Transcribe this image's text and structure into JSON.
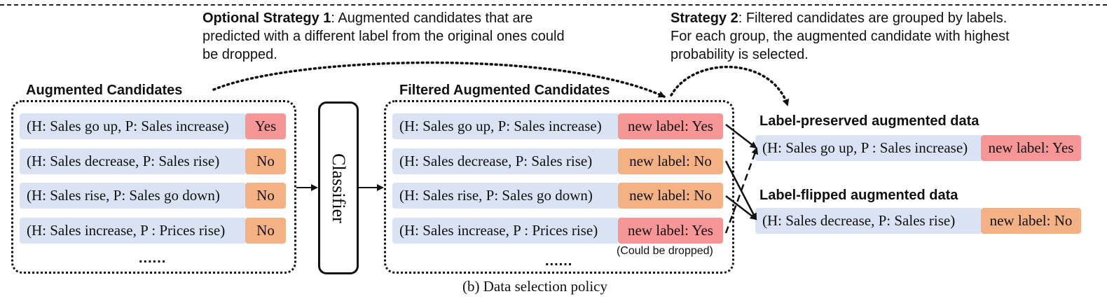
{
  "strategy1": {
    "bold": "Optional Strategy 1",
    "text": ": Augmented candidates that are predicted with a different label from the original ones could be dropped.",
    "line1": ": Augmented candidates that are",
    "line2": "predicted with a different label from the original ones could",
    "line3": "be dropped."
  },
  "strategy2": {
    "bold": "Strategy 2",
    "line1": ": Filtered candidates are grouped by labels.",
    "line2": "For each group, the augmented candidate with highest",
    "line3": "probability is selected."
  },
  "augmented": {
    "title": "Augmented Candidates",
    "rows": [
      {
        "pair": "(H: Sales go up, P: Sales increase)",
        "label": "Yes",
        "kind": "yes"
      },
      {
        "pair": "(H: Sales decrease, P: Sales rise)",
        "label": "No",
        "kind": "no"
      },
      {
        "pair": "(H: Sales rise, P: Sales go down)",
        "label": "No",
        "kind": "no"
      },
      {
        "pair": "(H: Sales increase, P : Prices rise)",
        "label": "No",
        "kind": "no"
      }
    ],
    "ellipsis": "......"
  },
  "classifier": {
    "label": "Classifier"
  },
  "filtered": {
    "title": "Filtered Augmented Candidates",
    "rows": [
      {
        "pair": "(H: Sales go up, P: Sales increase)",
        "label": "new label: Yes",
        "kind": "yes"
      },
      {
        "pair": "(H: Sales decrease, P: Sales rise)",
        "label": "new label: No",
        "kind": "no"
      },
      {
        "pair": "(H: Sales rise, P: Sales go down)",
        "label": "new label: No",
        "kind": "no"
      },
      {
        "pair": "(H: Sales increase, P : Prices rise)",
        "label": "new label: Yes",
        "kind": "yes"
      }
    ],
    "dropped_note": "(Could be dropped)",
    "ellipsis": "......"
  },
  "preserved": {
    "title": "Label-preserved augmented data",
    "pair": "(H: Sales go up, P : Sales increase)",
    "label": "new label: Yes"
  },
  "flipped": {
    "title": "Label-flipped augmented data",
    "pair": "(H: Sales decrease, P: Sales rise)",
    "label": "new label: No"
  },
  "caption": "(b) Data selection policy",
  "colors": {
    "pair_bg": "#dae3f3",
    "yes_bg": "#f69696",
    "no_bg": "#f4b183",
    "line": "#111111"
  }
}
